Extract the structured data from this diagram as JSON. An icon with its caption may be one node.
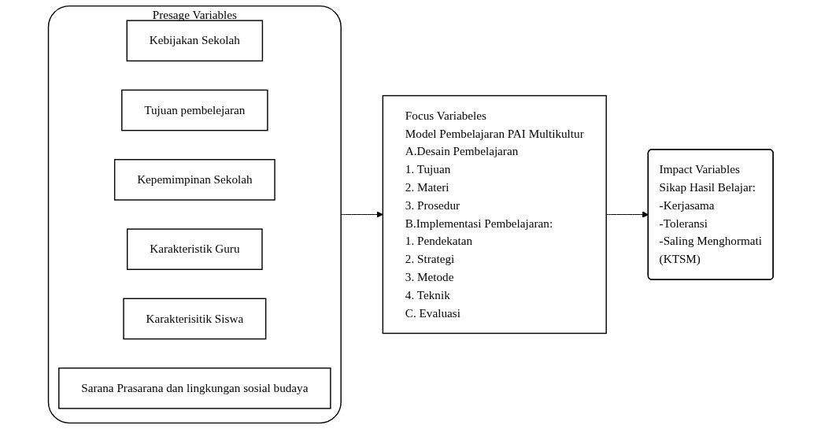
{
  "diagram": {
    "nodes": [
      {
        "text": [
          "Presage Variables"
        ]
      },
      {
        "text": [
          "Kebijakan Sekolah"
        ],
        "in": 0
      },
      {
        "text": [
          "Tujuan pembelejaran"
        ],
        "in": 0
      },
      {
        "text": [
          "Kepemimpinan Sekolah"
        ],
        "in": 0
      },
      {
        "text": [
          "Karakteristik Guru"
        ],
        "in": 0
      },
      {
        "text": [
          "Karakterisitik Siswa"
        ],
        "in": 0
      },
      {
        "text": [
          "Sarana Prasarana dan lingkungan sosial budaya"
        ],
        "in": 0
      },
      {
        "text": [
          "Focus Variabeles",
          "Model Pembelajaran PAI Multikultur",
          "A.Desain Pembelajaran",
          "1. Tujuan",
          "2. Materi",
          "3. Prosedur",
          "B.Implementasi Pembelajaran:",
          "1. Pendekatan",
          "2. Strategi",
          "3. Metode",
          "4. Teknik",
          "C. Evaluasi"
        ]
      },
      {
        "text": [
          "Impact Variables",
          "Sikap Hasil Belajar:",
          "-Kerjasama",
          "-Toleransi",
          "-Saling Menghormati",
          "(KTSM)"
        ]
      }
    ],
    "edges": [
      {
        "from": 0,
        "to": 7,
        "arrow": "to"
      },
      {
        "from": 7,
        "to": 8,
        "arrow": "to"
      }
    ]
  }
}
